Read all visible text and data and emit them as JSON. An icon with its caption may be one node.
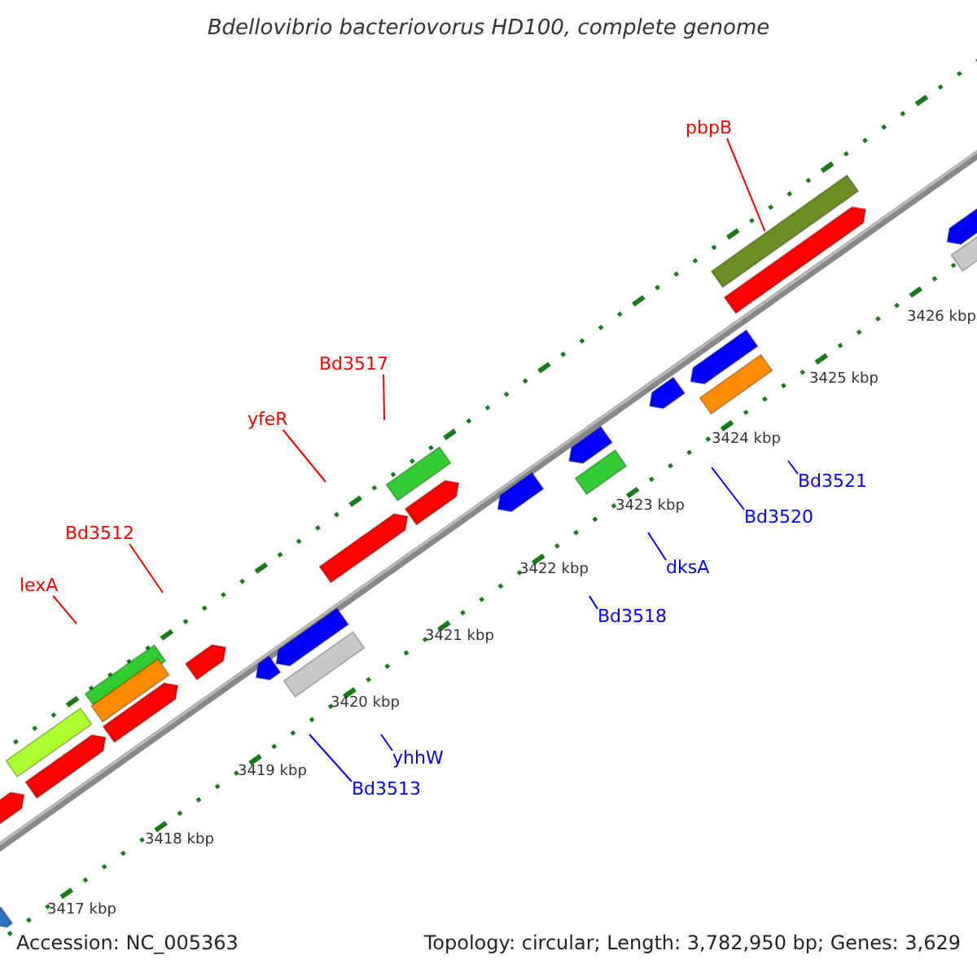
{
  "diagram": {
    "title": "Bdellovibrio bacteriovorus HD100, complete genome",
    "nodes": [
      {
        "text": [
          "pbpB"
        ]
      },
      {
        "text": [
          "Bd3517"
        ]
      },
      {
        "text": [
          "yfeR"
        ]
      },
      {
        "text": [
          "Bd3512"
        ]
      },
      {
        "text": [
          "lexA"
        ]
      },
      {
        "text": [
          "Bd3521"
        ]
      },
      {
        "text": [
          "Bd3520"
        ]
      },
      {
        "text": [
          "dksA"
        ]
      },
      {
        "text": [
          "Bd3518"
        ]
      },
      {
        "text": [
          "yhhW"
        ]
      },
      {
        "text": [
          "Bd3513"
        ]
      },
      {
        "text": [],
        "shape": "bar"
      }
    ],
    "edges": [
      {
        "from": 0,
        "to": 11,
        "arrow": "none",
        "color": "#ff0000"
      },
      {
        "from": 1,
        "to": null,
        "arrow": "none",
        "color": "#ff0000"
      },
      {
        "from": 2,
        "to": null,
        "arrow": "none",
        "color": "#ff0000"
      },
      {
        "from": 3,
        "to": null,
        "arrow": "none",
        "color": "#ff0000"
      },
      {
        "from": 4,
        "to": null,
        "arrow": "none",
        "color": "#ff0000"
      },
      {
        "from": 5,
        "to": null,
        "arrow": "none"
      },
      {
        "from": 6,
        "to": null,
        "arrow": "none"
      },
      {
        "from": 7,
        "to": null,
        "arrow": "none"
      },
      {
        "from": 8,
        "to": null,
        "arrow": "none"
      },
      {
        "from": 9,
        "to": null,
        "arrow": "none"
      },
      {
        "from": 10,
        "to": null,
        "arrow": "none"
      }
    ],
    "labels": [
      "3426 kbp",
      "3425 kbp",
      "3424 kbp",
      "3423 kbp",
      "3422 kbp",
      "3421 kbp",
      "3420 kbp",
      "3419 kbp",
      "3418 kbp",
      "3417 kbp",
      "Accession: NC_005363",
      "Topology: circular; Length: 3,782,950 bp; Genes: 3,629"
    ]
  }
}
